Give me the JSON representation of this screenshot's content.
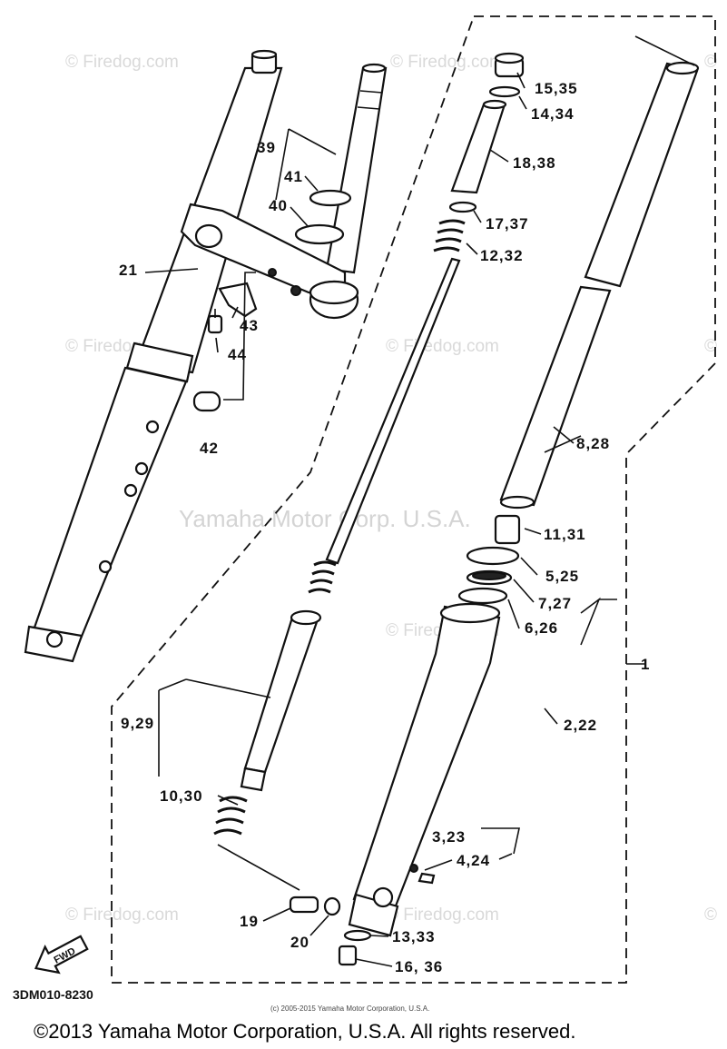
{
  "watermarks": {
    "firedog": "© Firedog.com",
    "center": "Yamaha Motor Corp. U.S.A."
  },
  "labels": {
    "p1": "1",
    "p2_22": "2,22",
    "p3_23": "3,23",
    "p4_24": "4,24",
    "p5_25": "5,25",
    "p6_26": "6,26",
    "p7_27": "7,27",
    "p8_28": "8,28",
    "p9_29": "9,29",
    "p10_30": "10,30",
    "p11_31": "11,31",
    "p12_32": "12,32",
    "p13_33": "13,33",
    "p14_34": "14,34",
    "p15_35": "15,35",
    "p16_36": "16, 36",
    "p17_37": "17,37",
    "p18_38": "18,38",
    "p19": "19",
    "p20": "20",
    "p21": "21",
    "p39": "39",
    "p40": "40",
    "p41": "41",
    "p42": "42",
    "p43": "43",
    "p44": "44"
  },
  "fwd_label": "FWD",
  "diagram_code": "3DM010-8230",
  "small_copyright": "(c) 2005-2015 Yamaha Motor Corporation, U.S.A.",
  "footer_copyright": "©2013 Yamaha Motor Corporation, U.S.A. All rights reserved."
}
